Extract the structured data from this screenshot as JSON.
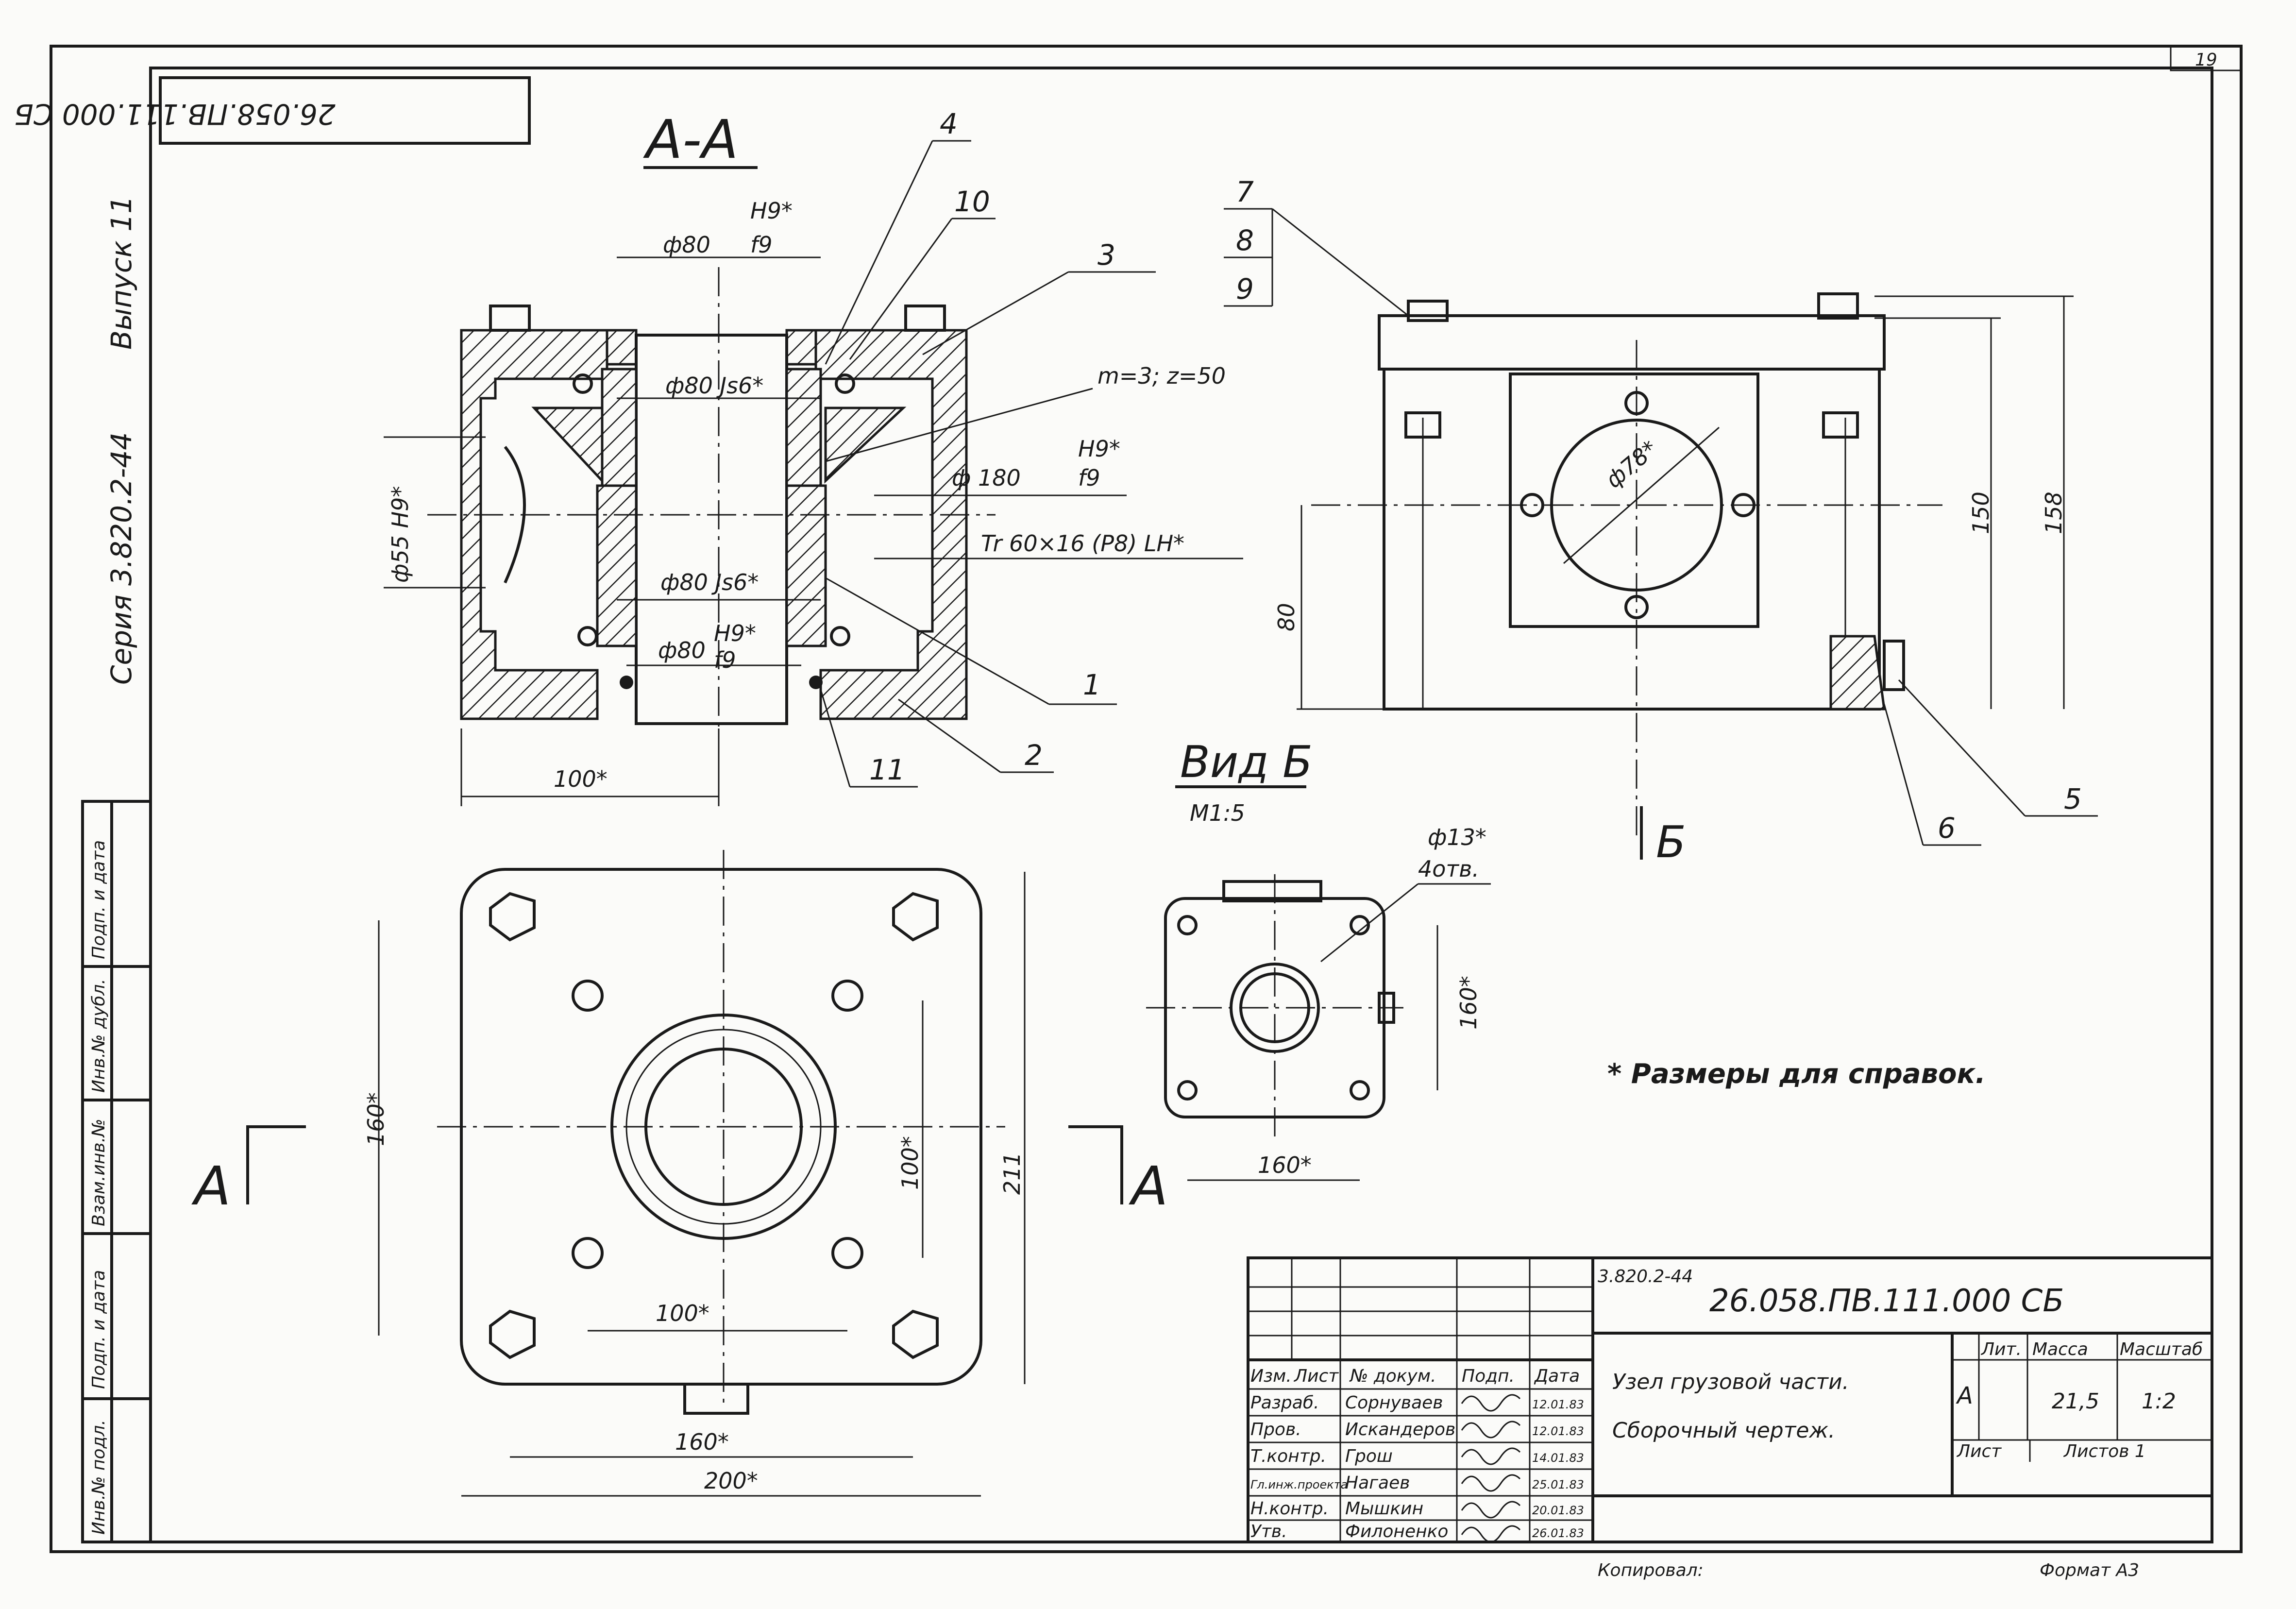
{
  "sheet": {
    "page_number": "19",
    "stamp_code": "26.058.ПВ.111.000 СБ",
    "side_series": "Серия 3.820.2-44",
    "side_issue": "Выпуск 11",
    "side_fields": [
      "Инв.№ подл.",
      "Подп. и дата",
      "Взам.инв.№",
      "Инв.№ дубл.",
      "Подп. и дата"
    ]
  },
  "section_view": {
    "title": "А-А",
    "dims": {
      "d80_top": "ф80",
      "d80_top_fit": "H9*",
      "d80_top_fit2": "f9",
      "d80_js6_top": "ф80 Js6*",
      "gear": "m=3; z=50",
      "d180": "ф 180",
      "d180_fit": "H9*",
      "d180_fit2": "f9",
      "thread": "Tr 60×16 (P8) LH*",
      "d80_js6_mid": "ф80 Js6*",
      "d80_bot": "ф80",
      "d80_bot_fit": "H9*",
      "d80_bot_fit2": "f9",
      "d55": "ф55 H9*",
      "w100": "100*"
    },
    "callouts": [
      "4",
      "10",
      "3",
      "1",
      "2",
      "11"
    ]
  },
  "side_view": {
    "callouts_stack": [
      "7",
      "8",
      "9"
    ],
    "callouts": [
      "5",
      "6"
    ],
    "dims": {
      "d78": "ф78*",
      "h80": "80",
      "h150": "150",
      "h158": "158"
    },
    "view_marker": "Б"
  },
  "plan_view": {
    "section_marks": [
      "А",
      "А"
    ],
    "dims": {
      "h160": "160*",
      "w100_v": "100*",
      "h211": "211",
      "w100": "100*",
      "w160": "160*",
      "w200": "200*"
    }
  },
  "view_b": {
    "title": "Вид Б",
    "scale": "М1:5",
    "dims": {
      "holes": "ф13*",
      "holes_count": "4отв.",
      "h160": "160*",
      "w160": "160*"
    }
  },
  "note": "* Размеры для справок.",
  "title_block": {
    "series_ref": "3.820.2-44",
    "doc_code": "26.058.ПВ.111.000 СБ",
    "name_line1": "Узел грузовой части.",
    "name_line2": "Сборочный чертеж.",
    "lit_header": "Лит.",
    "mass_header": "Масса",
    "scale_header": "Масштаб",
    "lit": "А",
    "mass": "21,5",
    "scale": "1:2",
    "sheet_label": "Лист",
    "sheets_label": "Листов 1",
    "headers": [
      "Изм.",
      "Лист",
      "№ докум.",
      "Подп.",
      "Дата"
    ],
    "rows": [
      {
        "role": "Разраб.",
        "name": "Сорнуваев",
        "date": "12.01.83"
      },
      {
        "role": "Пров.",
        "name": "Искандеров",
        "date": "12.01.83"
      },
      {
        "role": "Т.контр.",
        "name": "Грош",
        "date": "14.01.83"
      },
      {
        "role": "Гл.инж.проекта",
        "name": "Нагаев",
        "date": "25.01.83"
      },
      {
        "role": "Н.контр.",
        "name": "Мышкин",
        "date": "20.01.83"
      },
      {
        "role": "Утв.",
        "name": "Филоненко",
        "date": "26.01.83"
      }
    ],
    "copied_by": "Копировал:",
    "format": "Формат А3"
  }
}
